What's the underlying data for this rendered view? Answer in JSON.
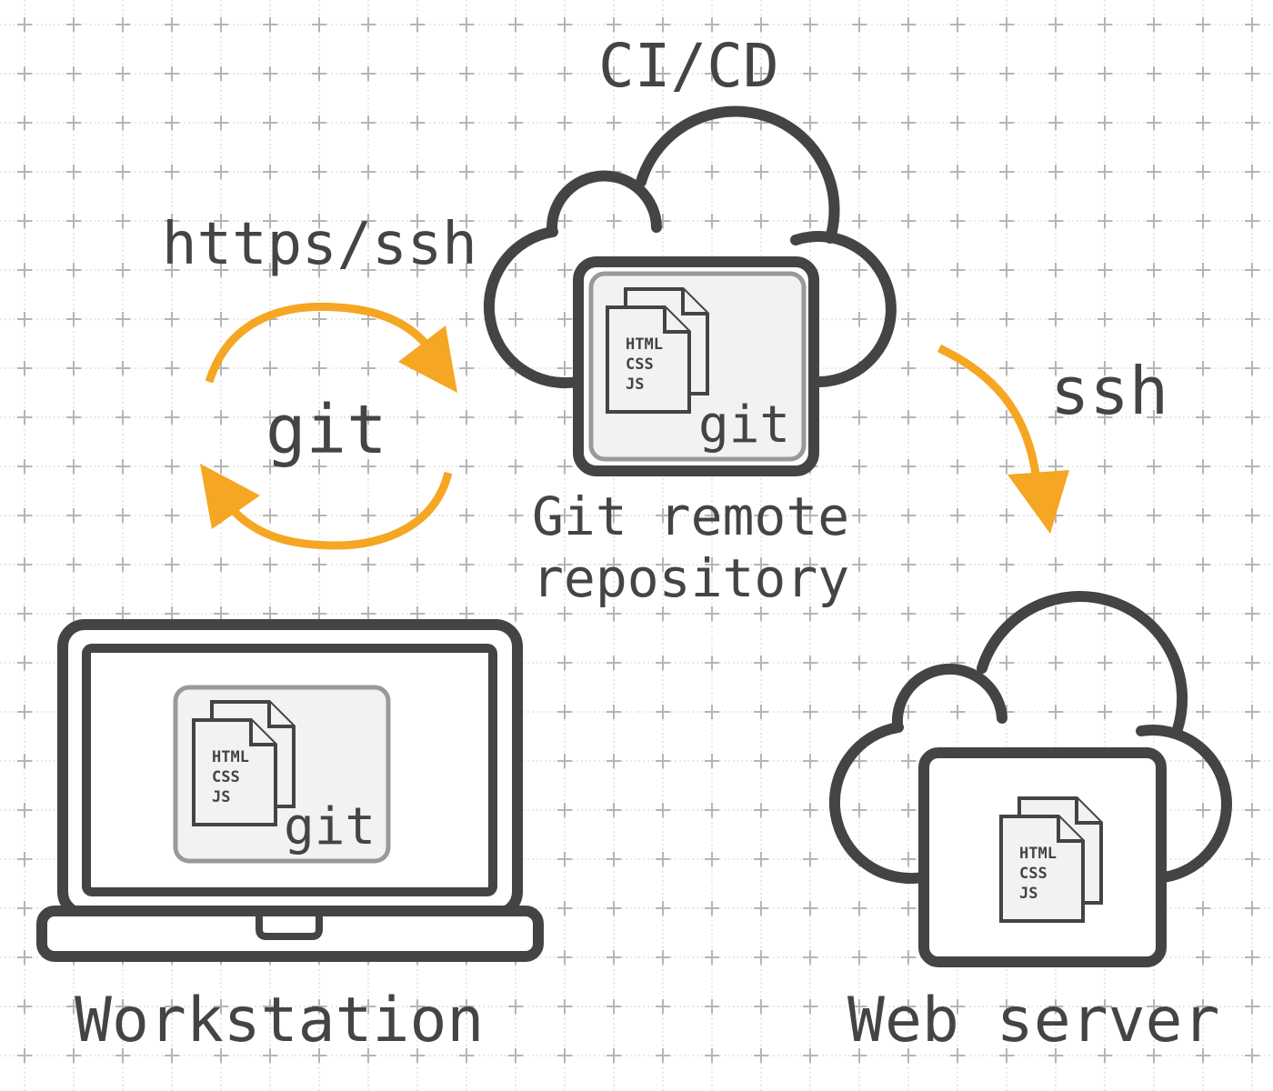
{
  "title": "CI/CD",
  "labels": {
    "https_ssh": "https/ssh",
    "git_sync": "git",
    "ssh": "ssh",
    "remote_line1": "Git remote",
    "remote_line2": "repository",
    "workstation": "Workstation",
    "web_server": "Web server"
  },
  "files": [
    "HTML",
    "CSS",
    "JS"
  ],
  "repo_badge": "git",
  "colors": {
    "arrow": "#f5a623",
    "stroke": "#444444",
    "panel": "#f2f2f2",
    "grid": "#bbbbbb"
  },
  "icons": [
    "cloud-icon",
    "laptop-icon",
    "document-stack-icon",
    "cycle-arrows-icon",
    "arrow-icon"
  ]
}
